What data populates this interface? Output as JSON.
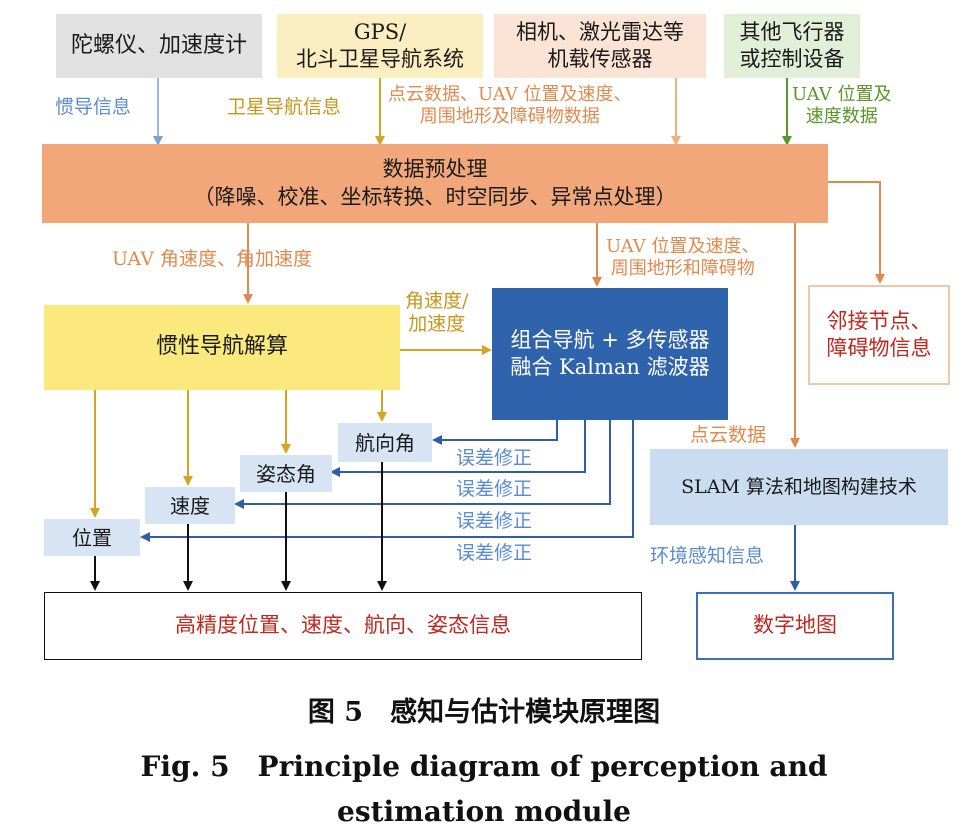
{
  "colors": {
    "orange": "#e08a4d",
    "gold": "#d6a421",
    "blue_dark": "#2e5ea9",
    "blue_light": "#5b8bd0",
    "green": "#5a9628",
    "black": "#111111",
    "red": "#c0281e"
  },
  "sources": {
    "gyro": "陀螺仪、加速度计",
    "gps_line1": "GPS/",
    "gps_line2": "北斗卫星导航系统",
    "camera_line1": "相机、激光雷达等",
    "camera_line2": "机载传感器",
    "other_line1": "其他飞行器",
    "other_line2": "或控制设备"
  },
  "source_labels": {
    "inertial": "惯导信息",
    "satellite": "卫星导航信息",
    "pointcloud_line1": "点云数据、UAV 位置及速度、",
    "pointcloud_line2": "周围地形及障碍物数据",
    "uav_line1": "UAV 位置及",
    "uav_line2": "速度数据"
  },
  "preprocess": {
    "title": "数据预处理",
    "detail": "（降噪、校准、坐标转换、时空同步、异常点处理）"
  },
  "mid_labels": {
    "angular": "UAV 角速度、角加速度",
    "uav_terrain_line1": "UAV 位置及速度、",
    "uav_terrain_line2": "周围地形和障碍物",
    "rate_line1": "角速度/",
    "rate_line2": "加速度",
    "pointcloud": "点云数据",
    "env": "环境感知信息"
  },
  "inertial_solve": "惯性导航解算",
  "kalman": {
    "line1": "组合导航 + 多传感器",
    "line2": "融合 Kalman 滤波器"
  },
  "neighbor": {
    "line1": "邻接节点、",
    "line2": "障碍物信息"
  },
  "slam": "SLAM 算法和地图构建技术",
  "states": {
    "heading": "航向角",
    "attitude": "姿态角",
    "speed": "速度",
    "position": "位置"
  },
  "corrections": [
    "误差修正",
    "误差修正",
    "误差修正",
    "误差修正"
  ],
  "output": "高精度位置、速度、航向、姿态信息",
  "digital_map": "数字地图",
  "caption": {
    "cn": "图 5　感知与估计模块原理图",
    "en_line1": "Fig. 5　Principle diagram of perception and",
    "en_line2": "estimation module"
  }
}
